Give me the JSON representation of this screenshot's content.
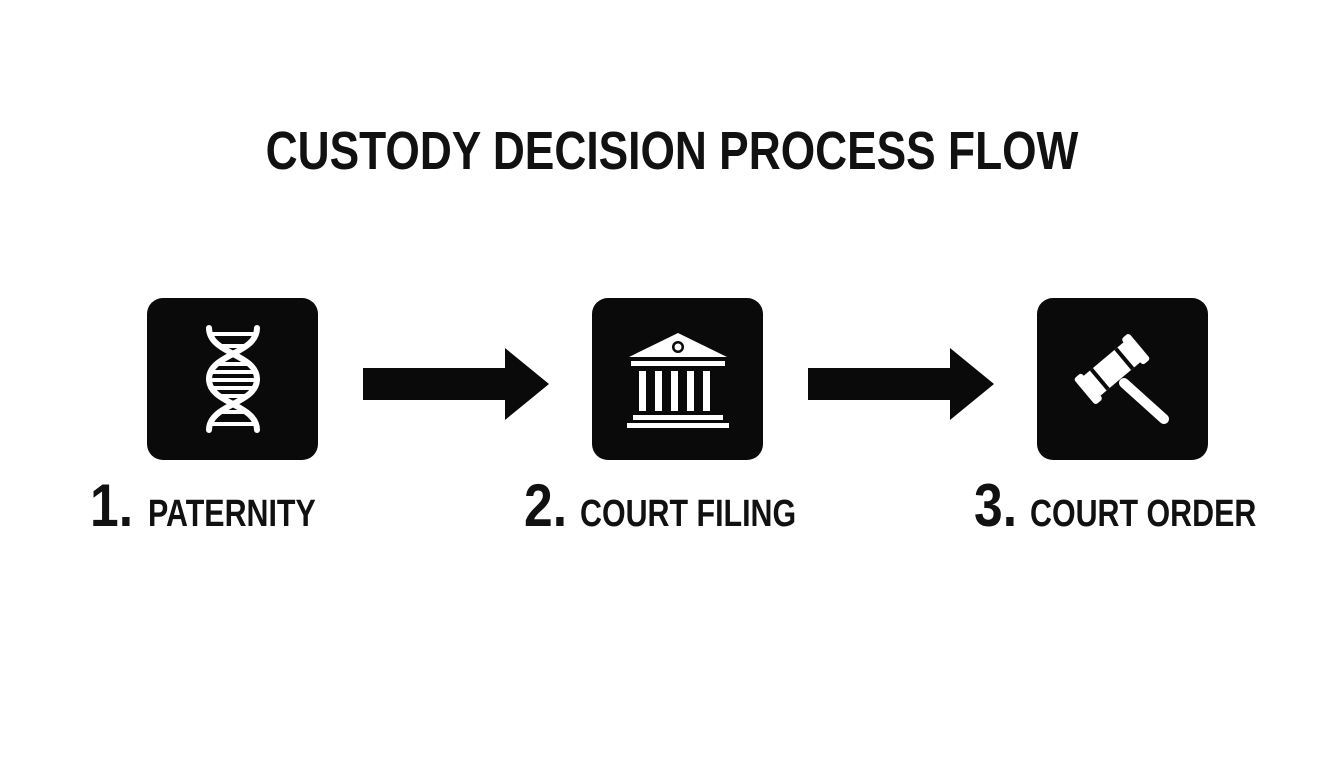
{
  "title": "CUSTODY DECISION PROCESS FLOW",
  "steps": [
    {
      "number": "1.",
      "label": "PATERNITY",
      "icon": "dna-icon"
    },
    {
      "number": "2.",
      "label": "COURT FILING",
      "icon": "courthouse-icon"
    },
    {
      "number": "3.",
      "label": "COURT ORDER",
      "icon": "gavel-icon"
    }
  ],
  "colors": {
    "tile": "#0a0a0a",
    "icon": "#ffffff",
    "text": "#111111",
    "background": "#ffffff"
  }
}
